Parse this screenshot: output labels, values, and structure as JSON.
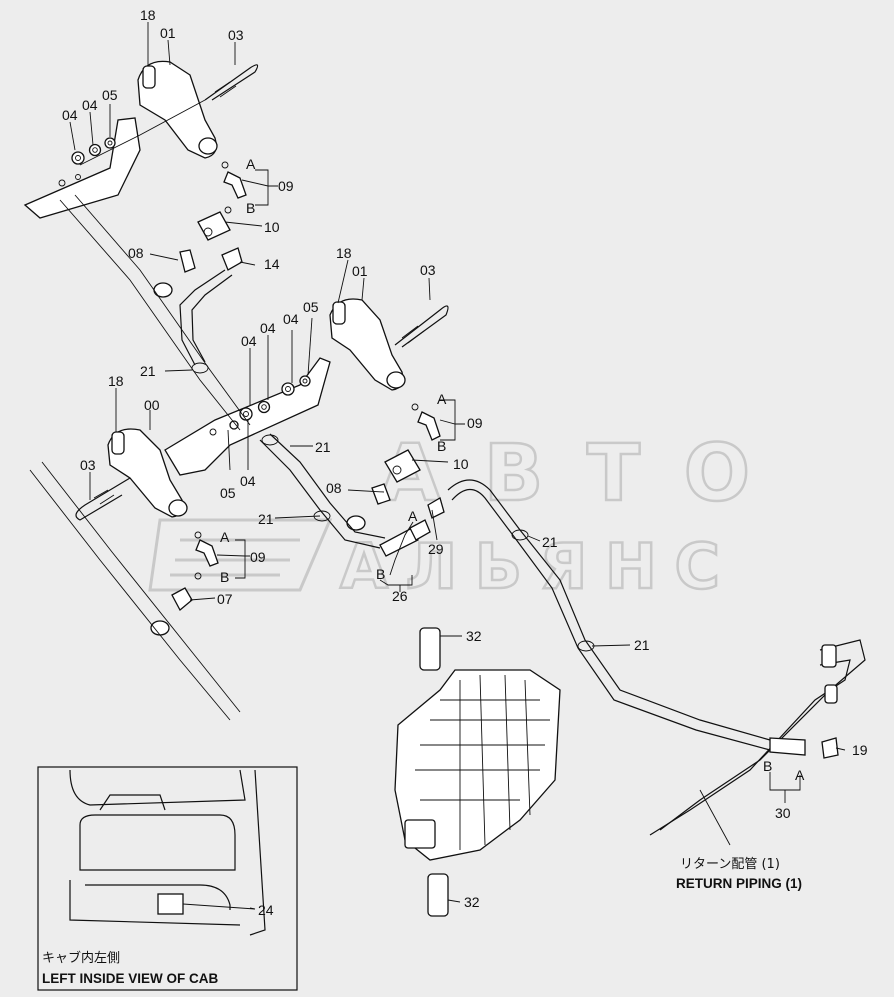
{
  "watermark": {
    "line1": "АВТО",
    "line2": "АЛЬЯНС"
  },
  "labels": {
    "l18a": "18",
    "l01a": "01",
    "l03a": "03",
    "l04a": "04",
    "l04b": "04",
    "l05a": "05",
    "lAa": "A",
    "l09a": "09",
    "lBa": "B",
    "l10a": "10",
    "l08a": "08",
    "l14a": "14",
    "l18b": "18",
    "l01b": "01",
    "l03b": "03",
    "l04c": "04",
    "l04d": "04",
    "l04e": "04",
    "l05b": "05",
    "l21a": "21",
    "l18c": "18",
    "l00": "00",
    "lAb": "A",
    "l09b": "09",
    "lBb": "B",
    "l10b": "10",
    "l21b": "21",
    "l03c": "03",
    "l05c": "05",
    "l04f": "04",
    "l08b": "08",
    "l21c": "21",
    "lAc": "A",
    "l29": "29",
    "lBc": "B",
    "l26": "26",
    "l21d": "21",
    "lAd": "A",
    "l09c": "09",
    "lBd": "B",
    "l07": "07",
    "l21e": "21",
    "l32a": "32",
    "l19": "19",
    "lBe": "B",
    "lAe": "A",
    "l30": "30",
    "l24": "24",
    "l32b": "32"
  },
  "return_piping": {
    "jp": "リターン配管 (1)",
    "en": "RETURN PIPING (1)"
  },
  "cab_view": {
    "jp": "キャブ内左側",
    "en": "LEFT INSIDE VIEW OF CAB"
  }
}
